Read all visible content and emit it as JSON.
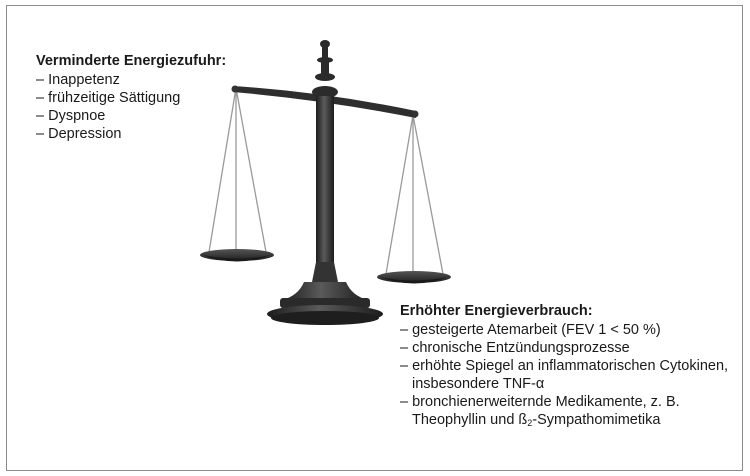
{
  "left": {
    "title": "Verminderte Energiezufuhr:",
    "items": [
      "Inappetenz",
      "frühzeitige Sättigung",
      "Dyspnoe",
      "Depression"
    ]
  },
  "right": {
    "title": "Erhöhter Energieverbrauch:",
    "items": [
      "gesteigerte Atemarbeit (FEV 1 < 50 %)",
      "chronische Entzündungsprozesse",
      "erhöhte Spiegel an inflammatorischen Cytokinen, insbesondere TNF-α"
    ],
    "last_item": {
      "prefix": "bronchienerweiternde Medikamente, z. B. Theophyllin und ß",
      "subscript": "2",
      "suffix": "-Sympathomimetika"
    }
  },
  "dash": "–",
  "colors": {
    "scale_dark": "#2b2b2b",
    "scale_mid": "#4a4a4a",
    "chain": "#9a9a9a",
    "border": "#8c8c8c"
  },
  "icons": {
    "scale": "balance-scale-icon"
  }
}
